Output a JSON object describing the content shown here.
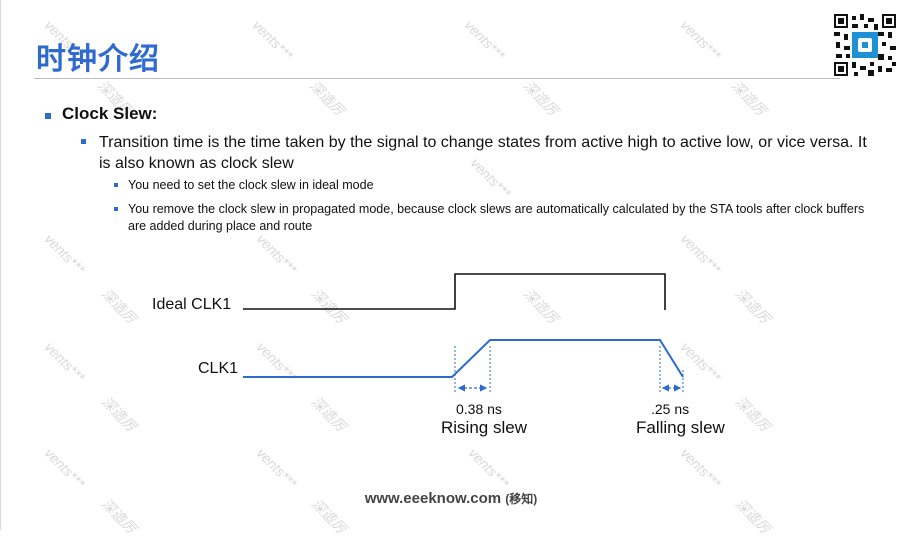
{
  "title": "时钟介绍",
  "bullets": {
    "heading": "Clock Slew:",
    "level2_text": "Transition time is the time taken by the signal to change states from active high to active low, or vice versa. It is also known as clock slew",
    "level3": [
      "You need to set the clock slew in ideal mode",
      "You remove the clock slew in propagated mode, because clock slews are automatically calculated by the STA tools after clock buffers are added during place and route"
    ]
  },
  "diagram": {
    "ideal_label": "Ideal CLK1",
    "clk_label": "CLK1",
    "rising_value": "0.38 ns",
    "rising_caption": "Rising slew",
    "falling_value": ".25 ns",
    "falling_caption": "Falling slew"
  },
  "footer": {
    "url": "www.eeeknow.com",
    "note": "(移知)"
  },
  "watermark": {
    "text_a": "vents***",
    "text_b": "深造厉"
  },
  "colors": {
    "title": "#2f6ad1",
    "signal": "#2f6ad1",
    "ideal": "#111111"
  }
}
